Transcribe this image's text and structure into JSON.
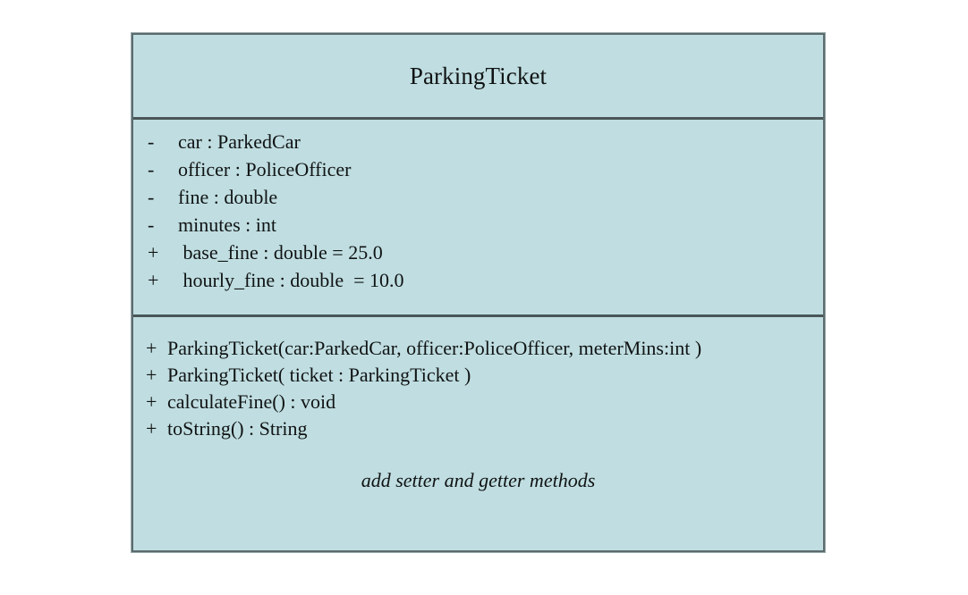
{
  "diagram": {
    "type": "uml-class-diagram",
    "background_color": "#ffffff",
    "class": {
      "name": "ParkingTicket",
      "fill_color": "#c0dee1",
      "border_color": "#5b6a6d",
      "text_color": "#101314",
      "attributes": [
        {
          "visibility": "-",
          "text": "car : ParkedCar"
        },
        {
          "visibility": "-",
          "text": "officer : PoliceOfficer"
        },
        {
          "visibility": "-",
          "text": "fine : double"
        },
        {
          "visibility": "-",
          "text": "minutes : int"
        },
        {
          "visibility": "+",
          "text": " base_fine : double = 25.0"
        },
        {
          "visibility": "+",
          "text": " hourly_fine : double  = 10.0"
        }
      ],
      "operations": [
        {
          "visibility": "+",
          "text": "ParkingTicket(car:ParkedCar, officer:PoliceOfficer, meterMins:int )"
        },
        {
          "visibility": "+",
          "text": "ParkingTicket( ticket : ParkingTicket )"
        },
        {
          "visibility": "+",
          "text": "calculateFine() : void"
        },
        {
          "visibility": "+",
          "text": "toString() : String"
        }
      ],
      "note": "add setter and getter methods"
    }
  }
}
